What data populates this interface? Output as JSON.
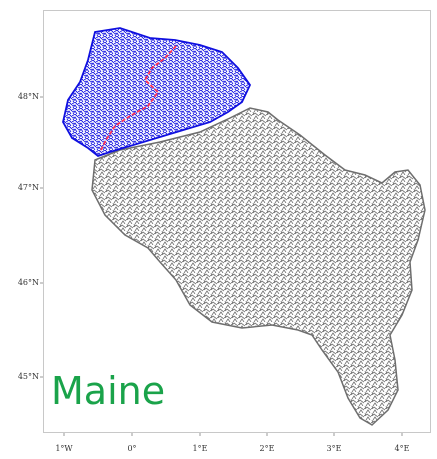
{
  "map": {
    "region_label": "Maine",
    "y_ticks": [
      "48°N",
      "47°N",
      "46°N",
      "45°N"
    ],
    "x_ticks": [
      "1°W",
      "0°",
      "1°E",
      "2°E",
      "3°E",
      "4°E"
    ],
    "colors": {
      "basin": "#6e6e6e",
      "subbasin": "#1010e0",
      "main_river": "#ff3355",
      "label": "#1aa34a"
    }
  }
}
